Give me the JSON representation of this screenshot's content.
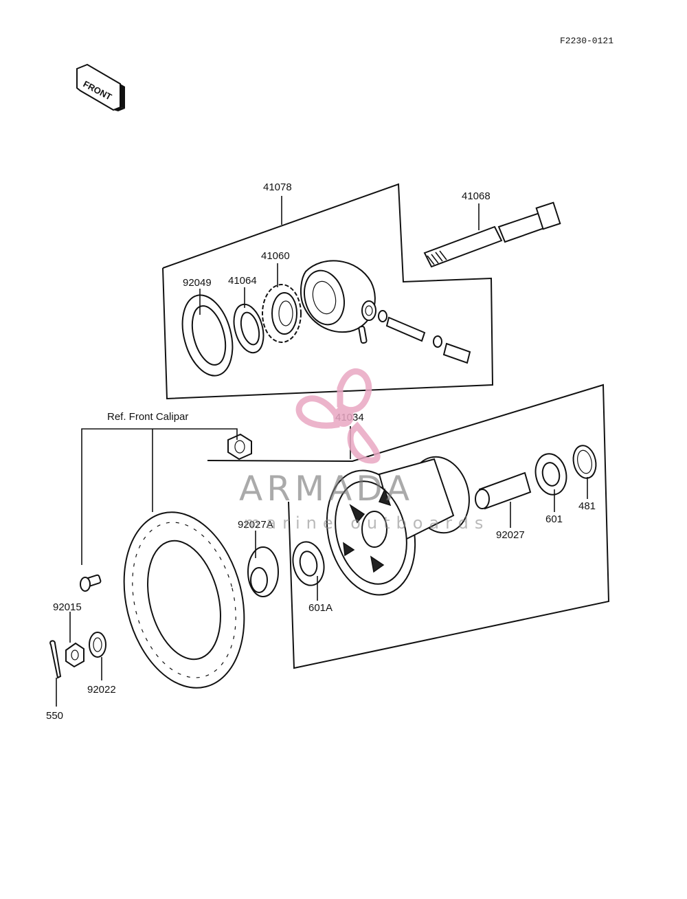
{
  "figure_code": "F2230-0121",
  "front_arrow_label": "FRONT",
  "ref_label": "Ref. Front Calipar",
  "parts": {
    "p41078": "41078",
    "p41068": "41068",
    "p41060": "41060",
    "p92049": "92049",
    "p41064": "41064",
    "p41034": "41034",
    "p92027A": "92027A",
    "p601A": "601A",
    "p92027": "92027",
    "p601": "601",
    "p481": "481",
    "p92015": "92015",
    "p92022": "92022",
    "p550": "550"
  },
  "watermark": {
    "title": "ARMADA",
    "subtitle": "marine outboards",
    "colors": {
      "propeller": "#e9a7c3",
      "text": "#7a7a7a"
    }
  }
}
